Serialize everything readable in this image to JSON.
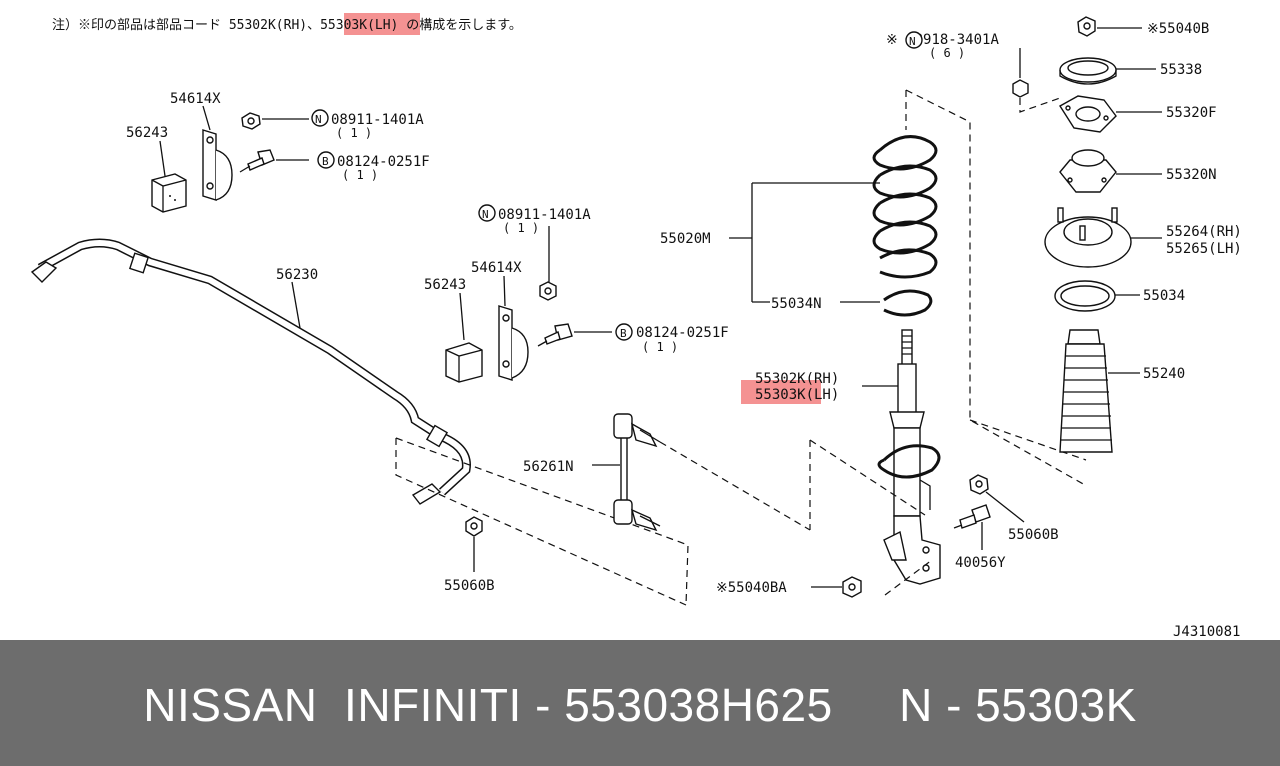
{
  "diagram": {
    "note_prefix": "注）※印の部品は部品コード 55302K(RH)",
    "note_sep": "、",
    "note_highlight": "55303K",
    "note_suffix": "(LH) の構成を示します。",
    "highlight_color": "#f27f7f",
    "diagram_code": "J4310081",
    "labels": {
      "p54614x_a": "54614X",
      "p56243_a": "56243",
      "n08911_a": "08911-1401A",
      "qty1_a": "( 1 )",
      "b08124_a": "08124-0251F",
      "qty1_b": "( 1 )",
      "p56230": "56230",
      "n08911_b": "08911-1401A",
      "qty1_c": "( 1 )",
      "p54614x_b": "54614X",
      "p56243_b": "56243",
      "b08124_b": "08124-0251F",
      "qty1_d": "( 1 )",
      "p55020m": "55020M",
      "p55034n": "55034N",
      "strut_rh": "55302K(RH)",
      "strut_lh": "55303K(LH)",
      "p56261n": "56261N",
      "p55060b_a": "55060B",
      "p55040ba": "※55040BA",
      "p40056y": "40056Y",
      "p55060b_b": "55060B",
      "n08918": "※ 08918-3401A",
      "qty6": "( 6 )",
      "p55040b": "※55040B",
      "p55338": "55338",
      "p55320f": "55320F",
      "p55320n": "55320N",
      "p55264": "55264(RH)",
      "p55265": "55265(LH)",
      "p55034": "55034",
      "p55240": "55240",
      "circle_n": "N",
      "circle_b": "B"
    }
  },
  "footer": {
    "brand": "NISSAN  INFINITI",
    "part_number": "553038H625",
    "ref_code": "N - 55303K",
    "background": "#6d6d6d"
  }
}
